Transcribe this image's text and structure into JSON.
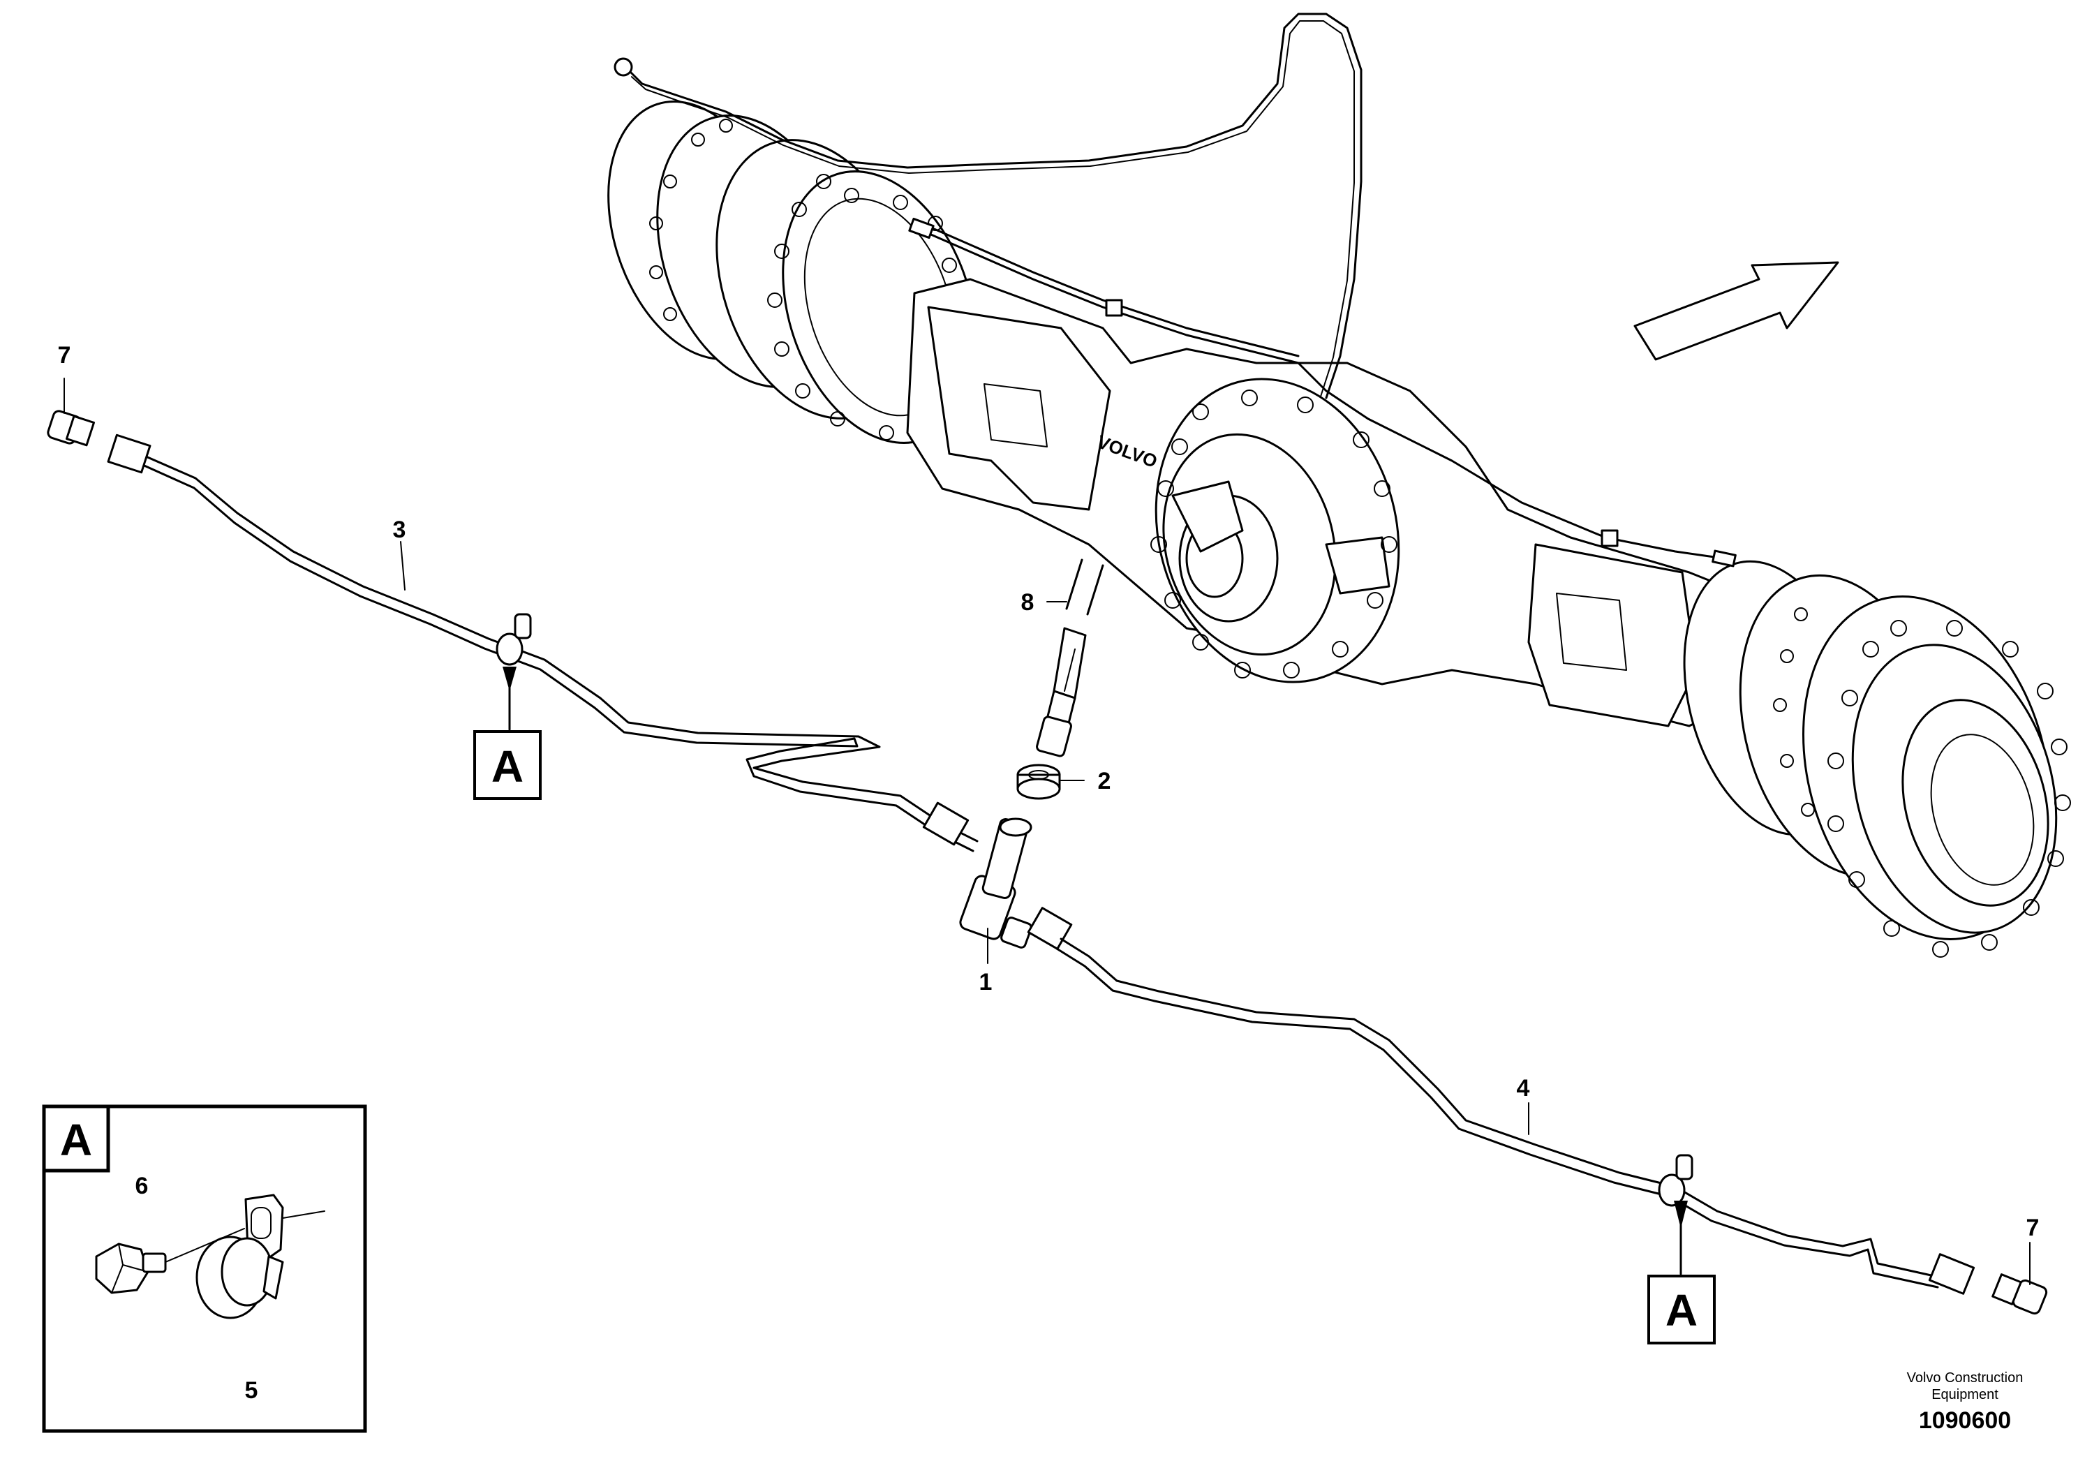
{
  "callouts": {
    "c1": "1",
    "c2": "2",
    "c3": "3",
    "c4": "4",
    "c5": "5",
    "c6": "6",
    "c7_left": "7",
    "c7_right": "7",
    "c8": "8"
  },
  "detail_markers": {
    "left": "A",
    "right": "A",
    "inset": "A"
  },
  "brand": {
    "line1": "Volvo Construction",
    "line2": "Equipment"
  },
  "drawing_number": "1090600",
  "icons": {
    "direction": "direction-arrow-icon",
    "detail_pointer": "triangle-pointer-icon"
  }
}
